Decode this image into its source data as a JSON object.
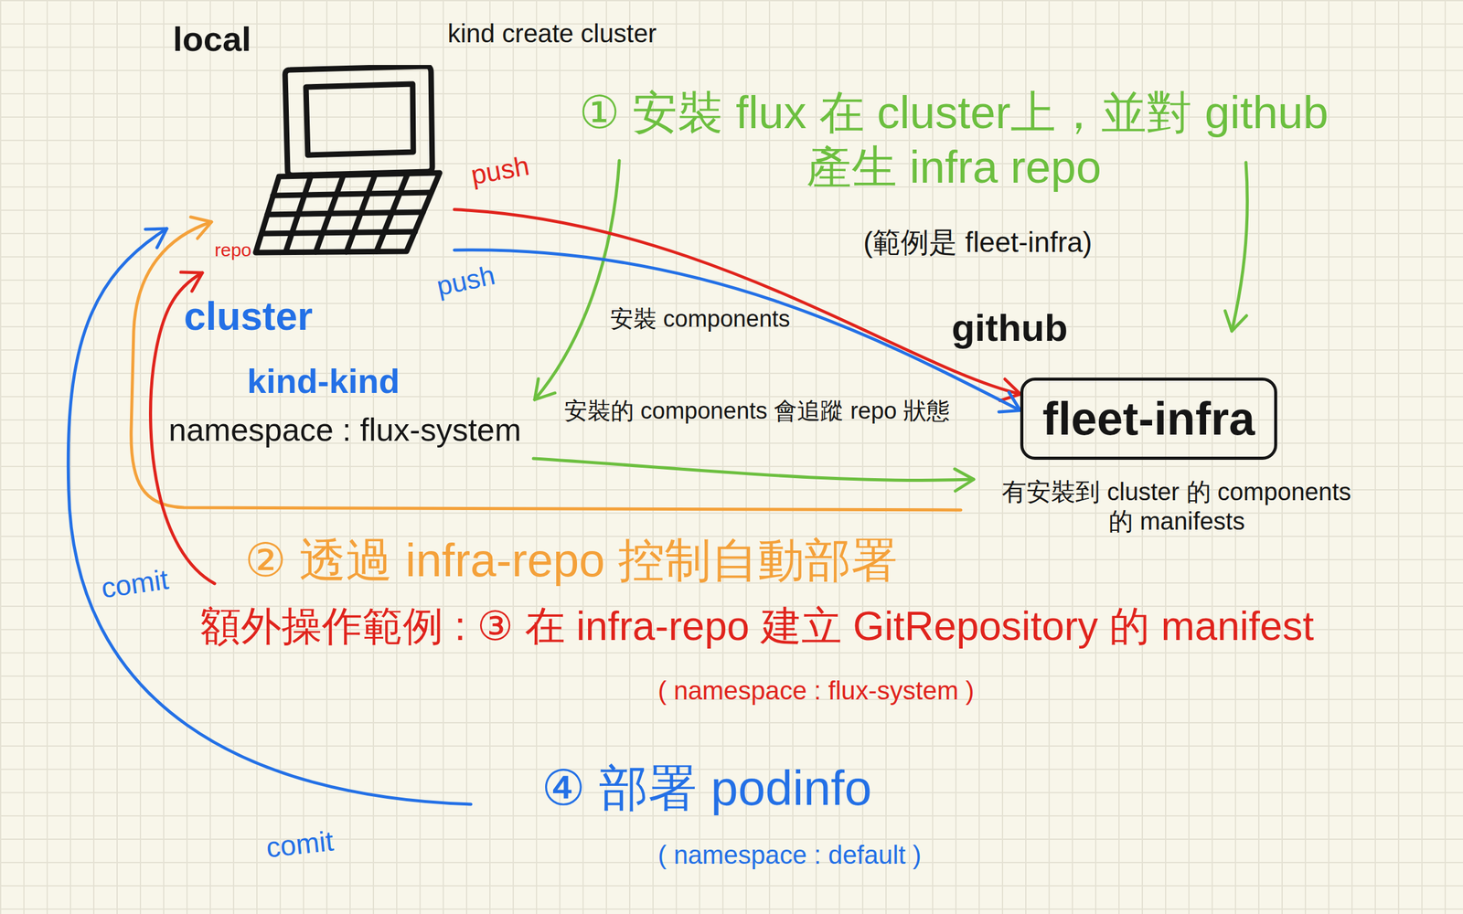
{
  "diagram": {
    "nodes": [
      {
        "text": [
          "local"
        ]
      },
      {
        "text": [
          "fleet-infra"
        ]
      }
    ],
    "edges": [
      {
        "from": 0,
        "to": 1,
        "arrow": "to",
        "label": "push"
      },
      {
        "from": 0,
        "to": 1,
        "arrow": "to",
        "label": "push"
      }
    ],
    "labels": [
      "kind create cluster",
      "① 安裝 flux 在 cluster上，並對 github 產生 infra repo",
      "(範例是 fleet-infra)",
      "安裝 components",
      "github",
      "repo",
      "cluster",
      "kind-kind",
      "namespace : flux-system",
      "安裝的 components 會追蹤 repo 狀態",
      "有安裝到 cluster 的 components 的 manifests",
      "② 透過 infra-repo 控制自動部署",
      "額外操作範例 : ③ 在 infra-repo 建立 GitRepository 的 manifest",
      "( namespace : flux-system )",
      "④ 部署 podinfo",
      "( namespace : default )",
      "comit",
      "comit"
    ]
  }
}
